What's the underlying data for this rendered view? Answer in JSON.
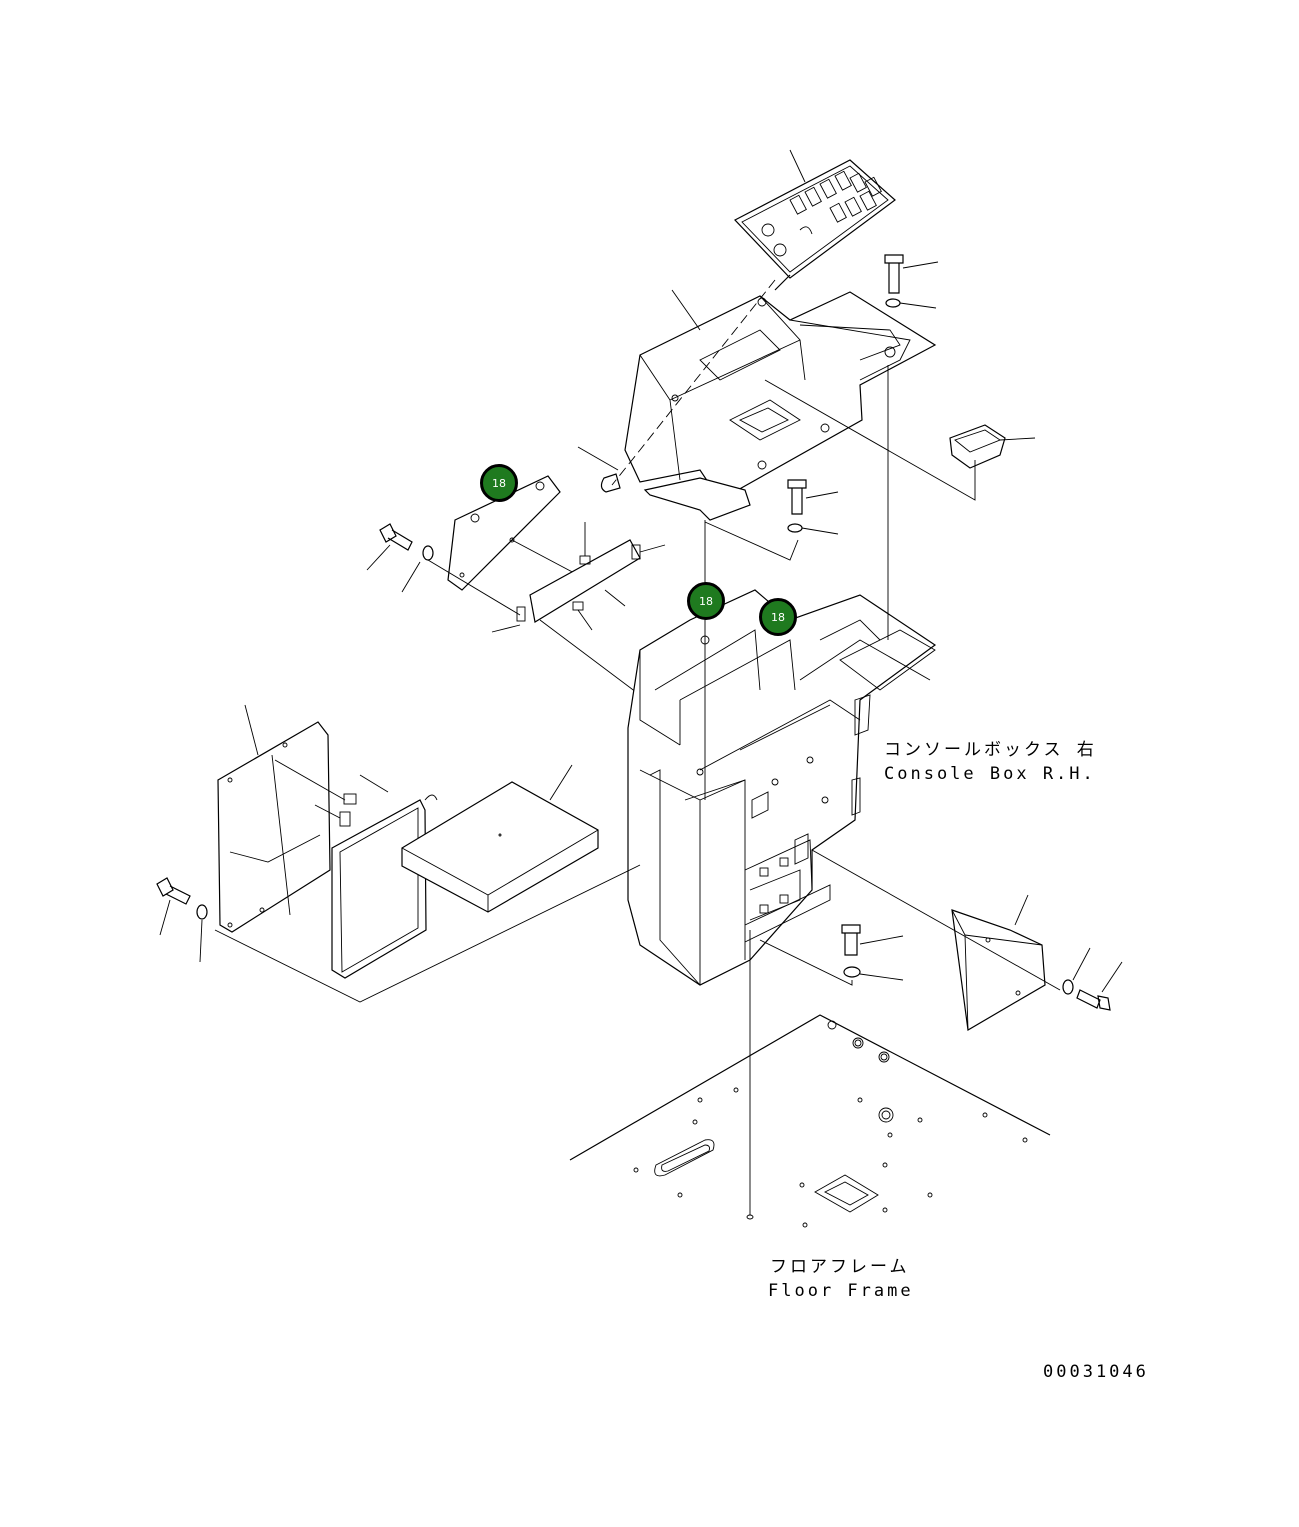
{
  "labels": {
    "console_box_jp": "コンソールボックス 右",
    "console_box_en": "Console Box R.H.",
    "floor_frame_jp": "フロアフレーム",
    "floor_frame_en": "Floor Frame",
    "drawing_number": "00031046"
  },
  "markers": [
    {
      "label": "18"
    },
    {
      "label": "18"
    },
    {
      "label": "18"
    }
  ],
  "colors": {
    "marker_fill": "#1f7a1f",
    "line": "#000000",
    "background": "#ffffff"
  }
}
